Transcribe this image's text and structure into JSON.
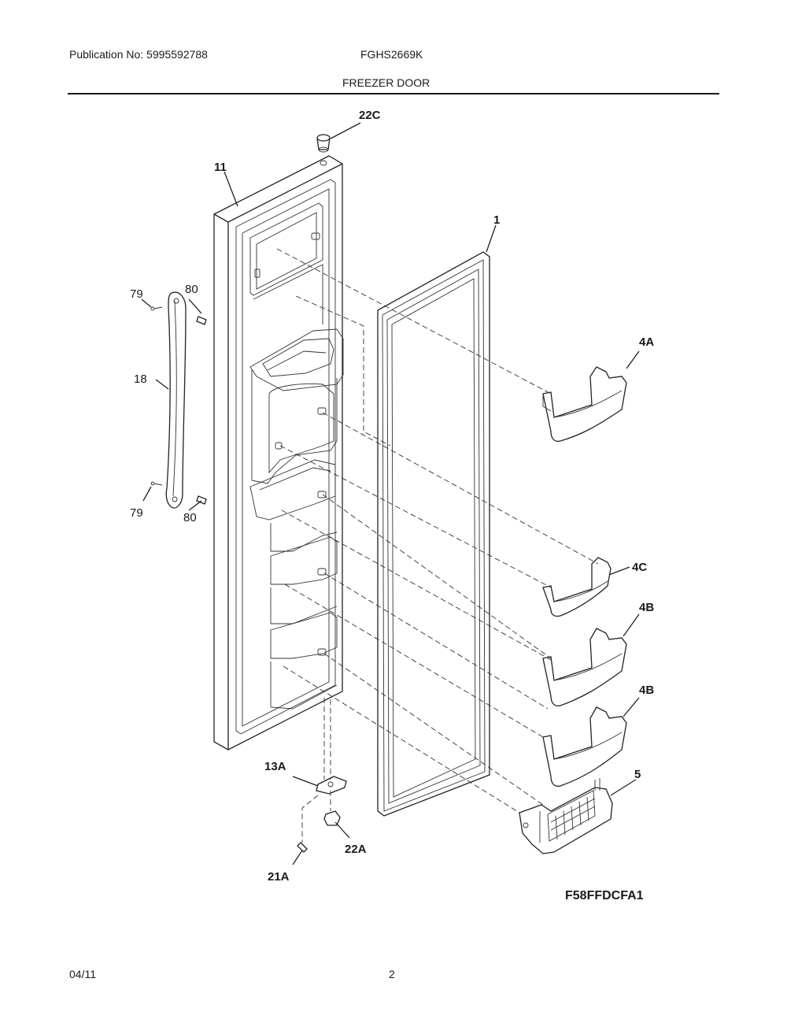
{
  "header": {
    "publication": "Publication No: 5995592788",
    "model": "FGHS2669K",
    "section": "FREEZER DOOR"
  },
  "parts": {
    "p22C": "22C",
    "p11": "11",
    "p1": "1",
    "p79a": "79",
    "p80a": "80",
    "p18": "18",
    "p79b": "79",
    "p80b": "80",
    "p4A": "4A",
    "p4C": "4C",
    "p4B_1": "4B",
    "p4B_2": "4B",
    "p5": "5",
    "p13A": "13A",
    "p22A": "22A",
    "p21A": "21A"
  },
  "figure_code": "F58FFDCFA1",
  "footer": {
    "date": "04/11",
    "page": "2"
  }
}
